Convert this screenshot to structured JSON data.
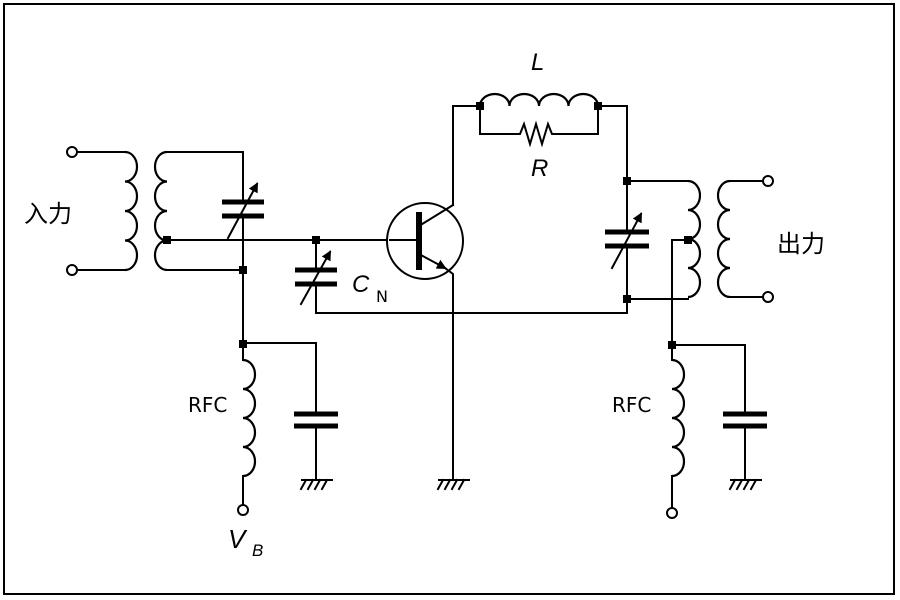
{
  "labels": {
    "input": "入力",
    "output": "出力",
    "inductor": "L",
    "resistor": "R",
    "neutralizing_cap": "C",
    "neutralizing_cap_sub": "N",
    "rfc_left": "RFC",
    "rfc_right": "RFC",
    "supply": "V",
    "supply_sub": "B"
  }
}
